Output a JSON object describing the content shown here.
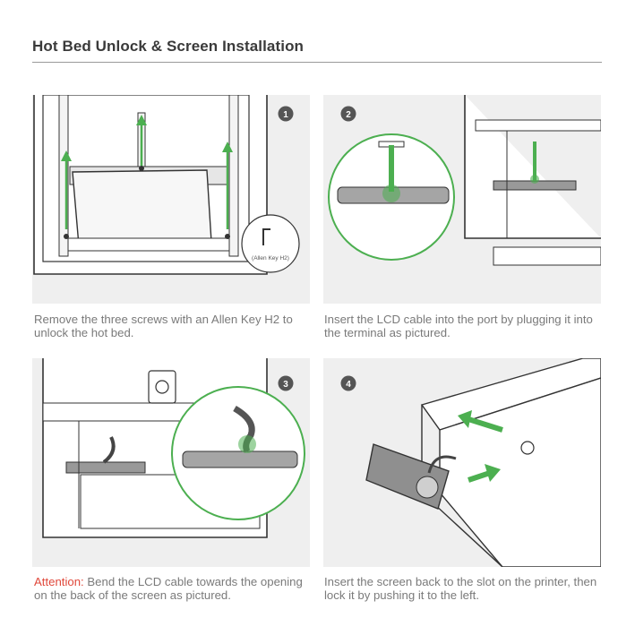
{
  "page": {
    "title": "Hot Bed Unlock & Screen Installation"
  },
  "steps": [
    {
      "number": "1",
      "callout_label": "(Allen Key H2)",
      "caption": "Remove the three screws with an Allen Key H2 to unlock the hot bed."
    },
    {
      "number": "2",
      "caption": "Insert the LCD cable into the port by plugging it into the terminal as pictured."
    },
    {
      "number": "3",
      "caption_prefix": "Attention:",
      "caption": " Bend the LCD cable towards the opening on the back of the screen as pictured."
    },
    {
      "number": "4",
      "caption": "Insert the screen back to the slot on the printer, then lock it by pushing it to the left."
    }
  ],
  "colors": {
    "accent_green": "#4caf50",
    "attention_red": "#e0483b",
    "panel_bg": "#efefef",
    "line": "#333333"
  }
}
